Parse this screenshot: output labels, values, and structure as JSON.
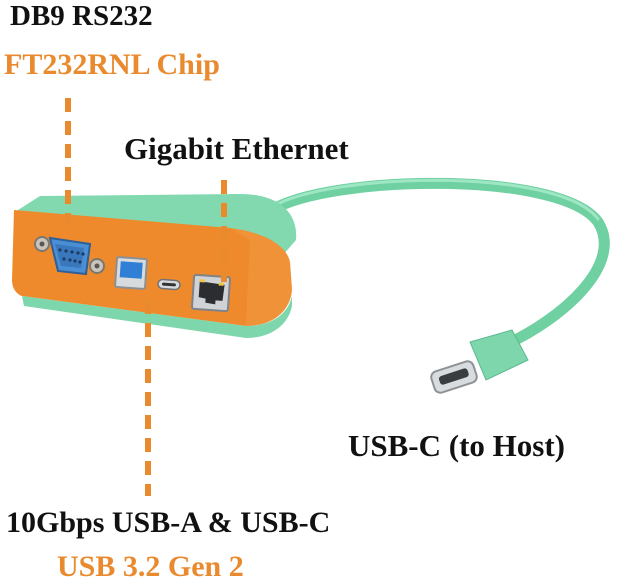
{
  "labels": {
    "db9": "DB9 RS232",
    "chip": "FT232RNL Chip",
    "ethernet": "Gigabit Ethernet",
    "host": "USB-C (to Host)",
    "ports": "10Gbps USB-A & USB-C",
    "usb_gen": "USB 3.2 Gen 2"
  },
  "colors": {
    "orange": "#e98a2e",
    "mint": "#7ed6ac",
    "text": "#111111"
  }
}
